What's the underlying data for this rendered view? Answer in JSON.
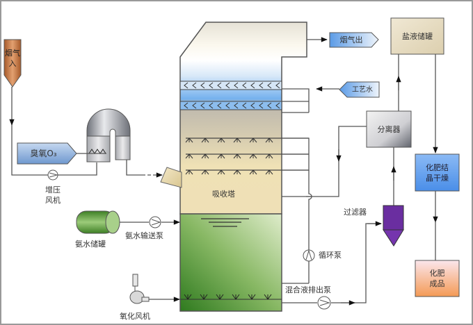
{
  "title": "Ozone oxidation + ammonia absorption flue gas treatment process",
  "inputs": {
    "flue_gas_in": "烟气入",
    "ozone": "臭氧O₃",
    "process_water": "工艺水"
  },
  "outputs": {
    "flue_gas_out": "烟气出"
  },
  "equipment": {
    "booster_fan": "增压\n风机",
    "absorber": "吸收塔",
    "ammonia_tank": "氨水储罐",
    "ammonia_pump": "氨水输送泵",
    "oxidation_fan": "氧化风机",
    "circulation_pump": "循环泵",
    "discharge_pump": "混合液排出泵",
    "filter": "过滤器",
    "separator": "分离器",
    "salt_tank": "盐液储罐",
    "crystallizer_dryer": "化肥结\n晶干燥",
    "product": "化肥\n成品"
  },
  "colors": {
    "flue_gas_in": "#c8753f",
    "ozone": "#8fb3df",
    "outlet_tag": "#7fb0e8",
    "filter": "#6a2ea0",
    "crystallizer": "#5c9cf0",
    "product": "#f3a76a",
    "liquid": "#4c8d2f",
    "ammonia_tank": "#4d9a32",
    "line": "#555555"
  }
}
